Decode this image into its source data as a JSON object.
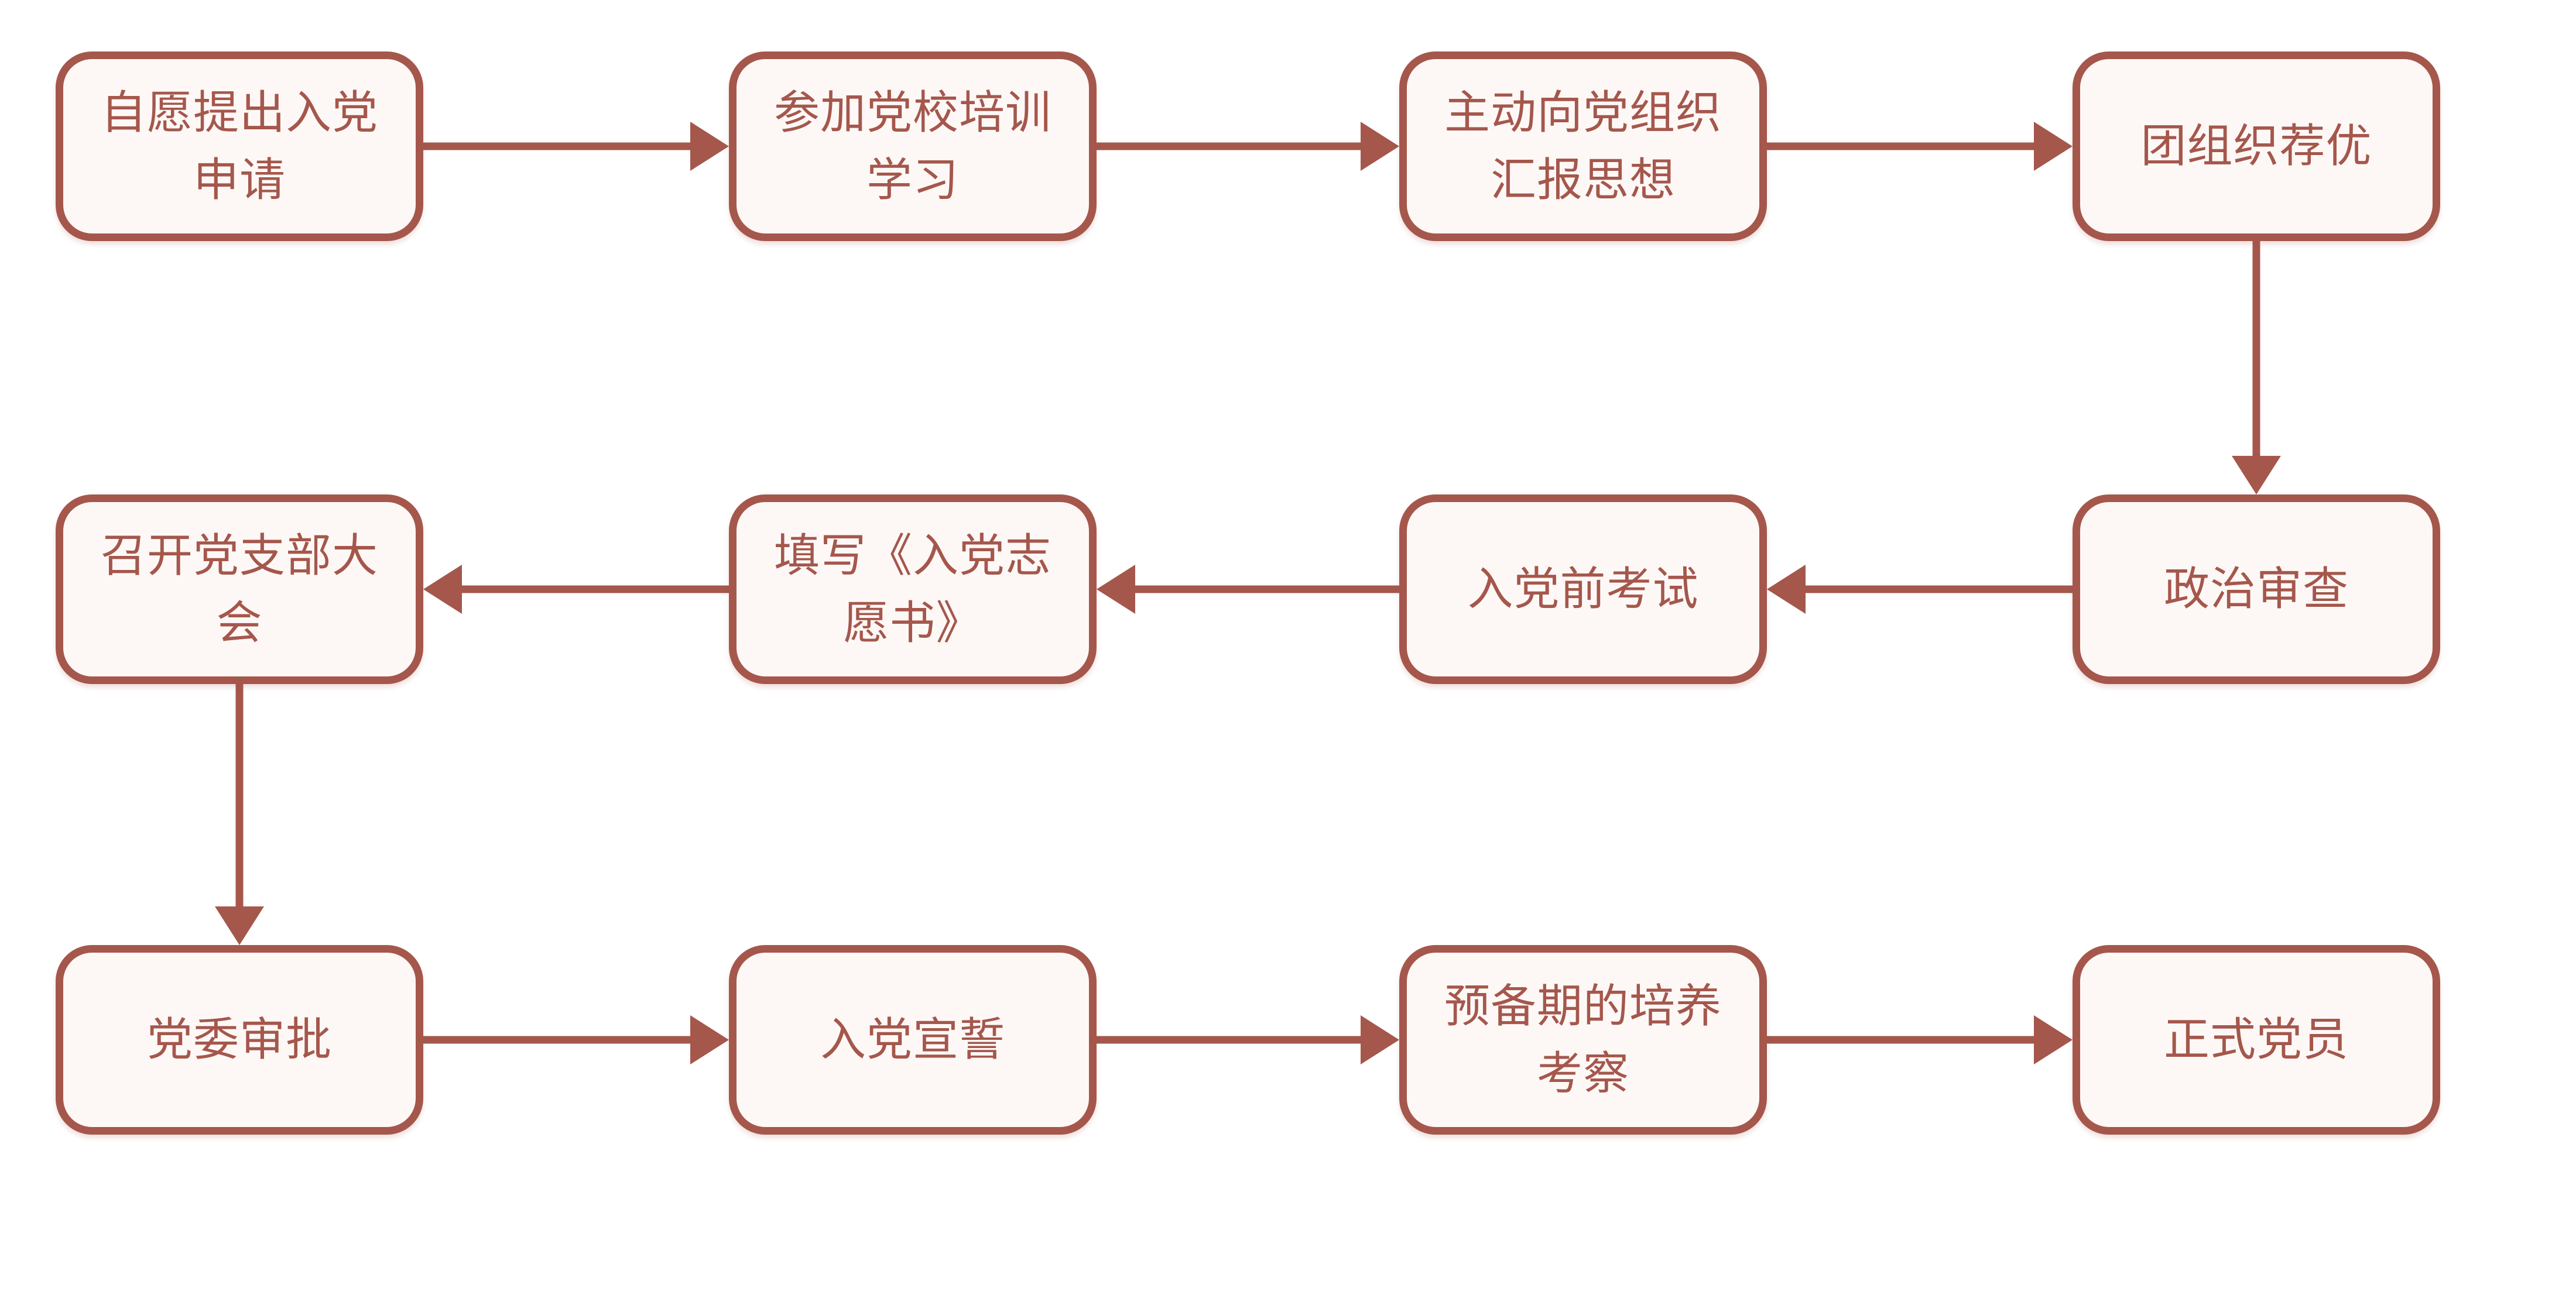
{
  "diagram": {
    "type": "flowchart",
    "colors": {
      "stroke": "#A5574C",
      "fill": "#FDF8F6",
      "text": "#A5574C",
      "background": "#FFFFFF"
    },
    "nodes": [
      {
        "id": "apply",
        "label": "自愿提出入党申请",
        "row": 0,
        "col": 0
      },
      {
        "id": "party-school-training",
        "label": "参加党校培训学习",
        "row": 0,
        "col": 1
      },
      {
        "id": "report-thoughts",
        "label": "主动向党组织汇报思想",
        "row": 0,
        "col": 2
      },
      {
        "id": "league-recommendation",
        "label": "团组织荐优",
        "row": 0,
        "col": 3
      },
      {
        "id": "political-review",
        "label": "政治审查",
        "row": 1,
        "col": 3
      },
      {
        "id": "pre-admission-exam",
        "label": "入党前考试",
        "row": 1,
        "col": 2
      },
      {
        "id": "fill-application-form",
        "label": "填写《入党志愿书》",
        "row": 1,
        "col": 1
      },
      {
        "id": "branch-meeting",
        "label": "召开党支部大会",
        "row": 1,
        "col": 0
      },
      {
        "id": "committee-approval",
        "label": "党委审批",
        "row": 2,
        "col": 0
      },
      {
        "id": "admission-oath",
        "label": "入党宣誓",
        "row": 2,
        "col": 1
      },
      {
        "id": "probation-observation",
        "label": "预备期的培养考察",
        "row": 2,
        "col": 2
      },
      {
        "id": "full-member",
        "label": "正式党员",
        "row": 2,
        "col": 3
      }
    ],
    "edges": [
      {
        "from": 0,
        "to": 1
      },
      {
        "from": 1,
        "to": 2
      },
      {
        "from": 2,
        "to": 3
      },
      {
        "from": 3,
        "to": 4
      },
      {
        "from": 4,
        "to": 5
      },
      {
        "from": 5,
        "to": 6
      },
      {
        "from": 6,
        "to": 7
      },
      {
        "from": 7,
        "to": 8
      },
      {
        "from": 8,
        "to": 9
      },
      {
        "from": 9,
        "to": 10
      },
      {
        "from": 10,
        "to": 11
      }
    ]
  }
}
